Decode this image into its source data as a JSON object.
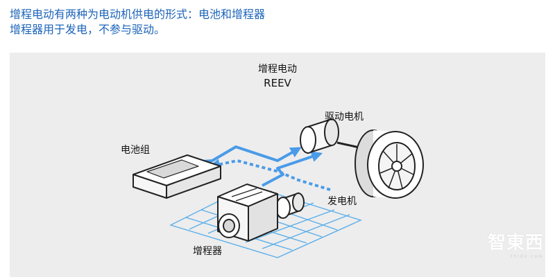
{
  "header": {
    "line1": "增程电动有两种为电动机供电的形式：电池和增程器",
    "line2": "增程器用于发电，不参与驱动。"
  },
  "diagram": {
    "title_cn": "增程电动",
    "title_en": "REEV",
    "labels": {
      "battery_pack": "电池组",
      "drive_motor": "驱动电机",
      "generator": "发电机",
      "range_extender": "增程器"
    }
  },
  "watermark": {
    "text": "智東西",
    "subtext": "zhidx.com"
  },
  "colors": {
    "header_text": "#1b63b9",
    "panel_bg": "#ededed",
    "arrow": "#4a9be8",
    "grid": "#5aaeea"
  }
}
